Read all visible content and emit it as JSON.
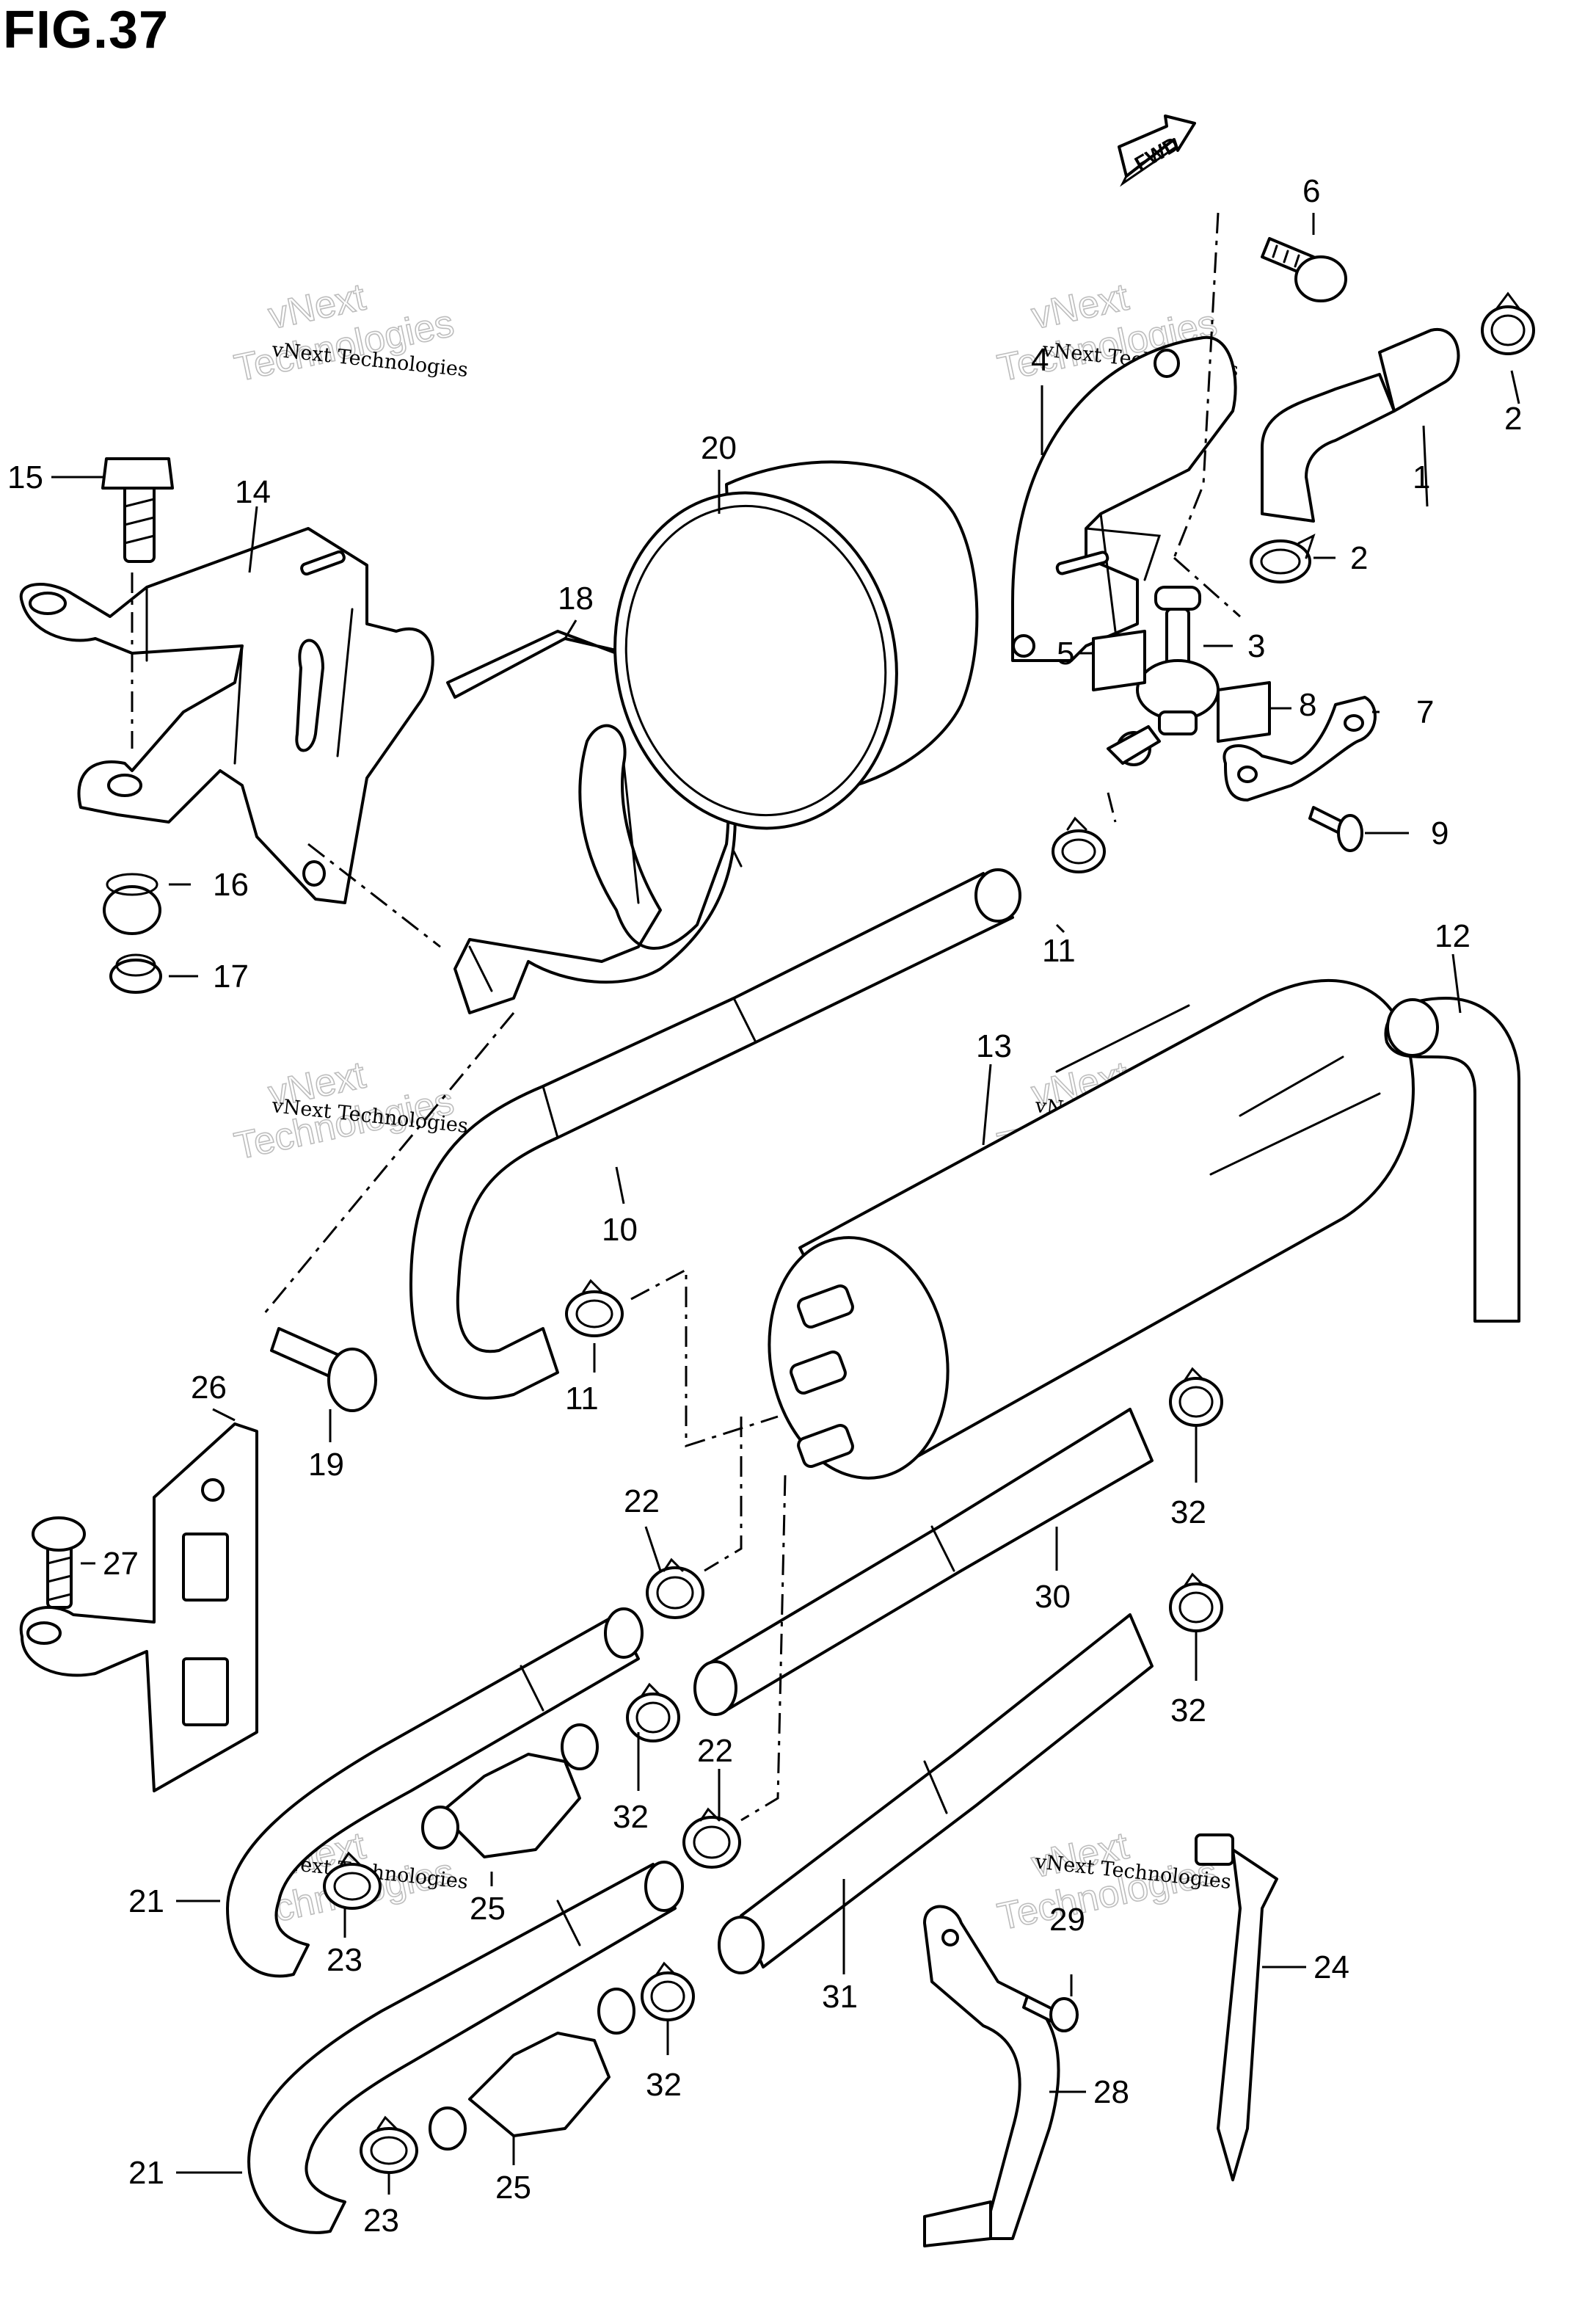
{
  "figure": {
    "title": "FIG.37",
    "direction_badge": "FWD"
  },
  "watermark": {
    "company": "vNext Technologies",
    "line1": "vNext",
    "line2": "Technologies"
  },
  "callouts": [
    "1",
    "2",
    "2",
    "3",
    "4",
    "5",
    "6",
    "7",
    "8",
    "9",
    "10",
    "11",
    "11",
    "12",
    "13",
    "14",
    "15",
    "16",
    "17",
    "18",
    "19",
    "20",
    "21",
    "21",
    "22",
    "22",
    "23",
    "23",
    "24",
    "25",
    "25",
    "26",
    "27",
    "28",
    "29",
    "30",
    "31",
    "32",
    "32",
    "32",
    "32"
  ]
}
